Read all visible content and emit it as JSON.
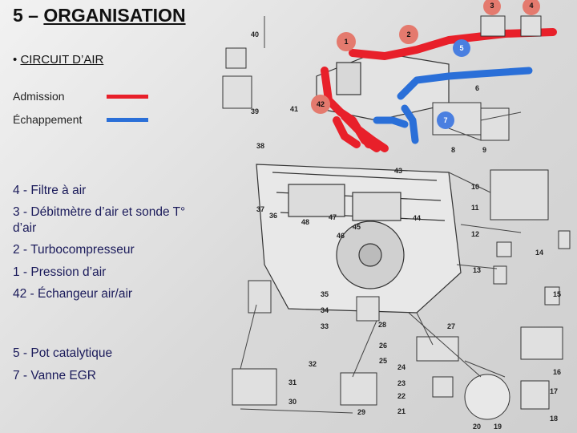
{
  "header": {
    "title_prefix": "5 – ",
    "title_main": "ORGANISATION"
  },
  "section": {
    "bullet": "•",
    "label": "CIRCUIT D’AIR"
  },
  "legend": [
    {
      "label": "Admission",
      "color": "#e8202a"
    },
    {
      "label": "Échappement",
      "color": "#2a6fd8"
    }
  ],
  "parts_intake": [
    "4 - Filtre à air",
    "3 - Débitmètre d’air et sonde T° d’air",
    "2 - Turbocompresseur",
    "1 - Pression d’air",
    "42 - Échangeur air/air"
  ],
  "parts_exhaust": [
    "5 - Pot catalytique",
    "7 - Vanne EGR"
  ],
  "diagram": {
    "callouts": [
      "1",
      "2",
      "3",
      "4",
      "5",
      "7",
      "42"
    ],
    "numbers": [
      "6",
      "8",
      "9",
      "10",
      "11",
      "12",
      "13",
      "14",
      "15",
      "16",
      "17",
      "18",
      "19",
      "20",
      "21",
      "22",
      "23",
      "24",
      "25",
      "26",
      "27",
      "28",
      "29",
      "30",
      "31",
      "32",
      "33",
      "34",
      "35",
      "36",
      "37",
      "38",
      "39",
      "40",
      "41",
      "43",
      "44",
      "45",
      "46",
      "47",
      "48"
    ]
  },
  "colors": {
    "intake": "#e8202a",
    "exhaust": "#2a6fd8",
    "callout_bubble": "#e47a6e",
    "callout_blue": "#4a7fe0"
  }
}
